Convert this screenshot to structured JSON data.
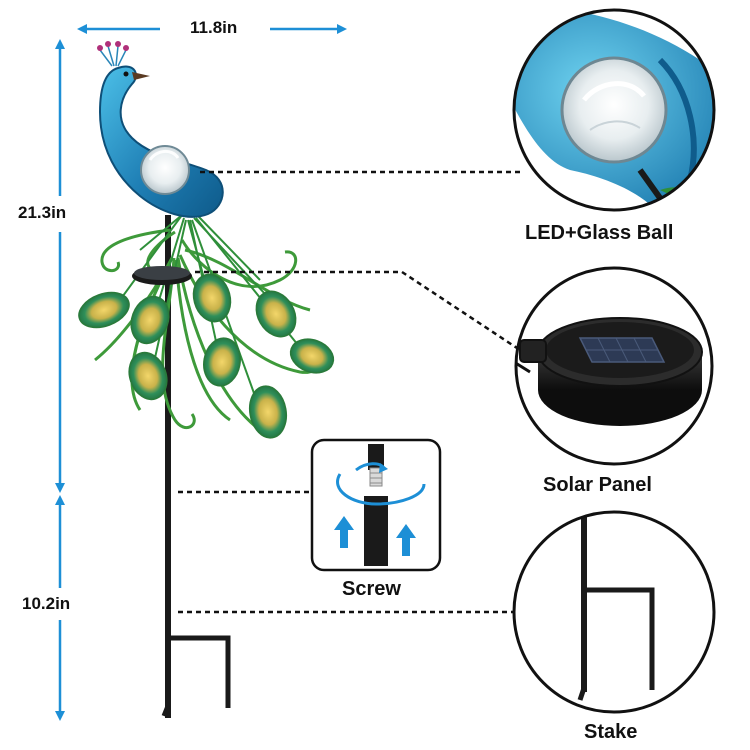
{
  "dimensions": {
    "width": "11.8in",
    "total_height": "21.3in",
    "lower_height": "10.2in"
  },
  "callouts": {
    "led": "LED+Glass Ball",
    "solar": "Solar Panel",
    "screw": "Screw",
    "stake": "Stake"
  },
  "colors": {
    "dimension_arrow": "#1d8fd6",
    "body_blue": "#2a86b8",
    "feather_green": "#3e9a3a",
    "stake": "#1a1a1a",
    "leader_line": "#111111",
    "screw_arrow": "#1d8fd6"
  },
  "icons": [
    "peacock-stake-figure",
    "glass-ball-detail",
    "solar-panel-detail",
    "screw-rotation-icon",
    "stake-detail"
  ]
}
